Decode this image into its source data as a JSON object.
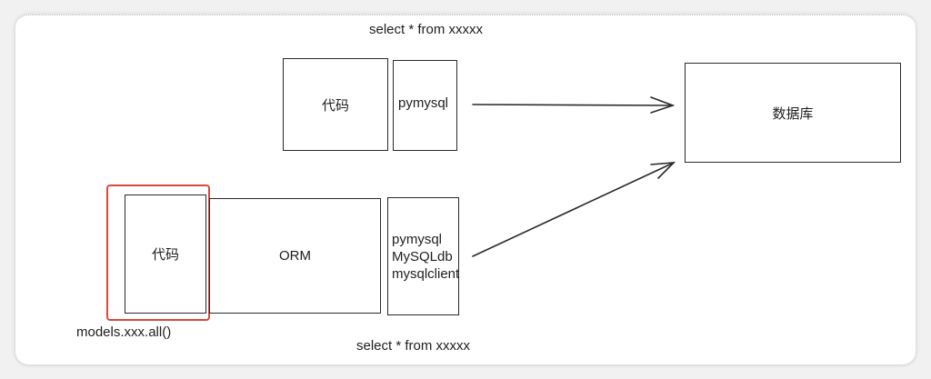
{
  "diagram": {
    "top_flow": {
      "sql_label": "select * from xxxxx",
      "code_box": "代码",
      "driver_box": "pymysql"
    },
    "database_box": "数据库",
    "bottom_flow": {
      "code_box": "代码",
      "orm_box": "ORM",
      "drivers": [
        "pymysql",
        "MySQLdb",
        "mysqlclient"
      ],
      "call_label": "models.xxx.all()",
      "sql_label": "select * from xxxxx"
    },
    "highlight_color": "#d9493f",
    "stroke_color": "#2a2a2a"
  }
}
